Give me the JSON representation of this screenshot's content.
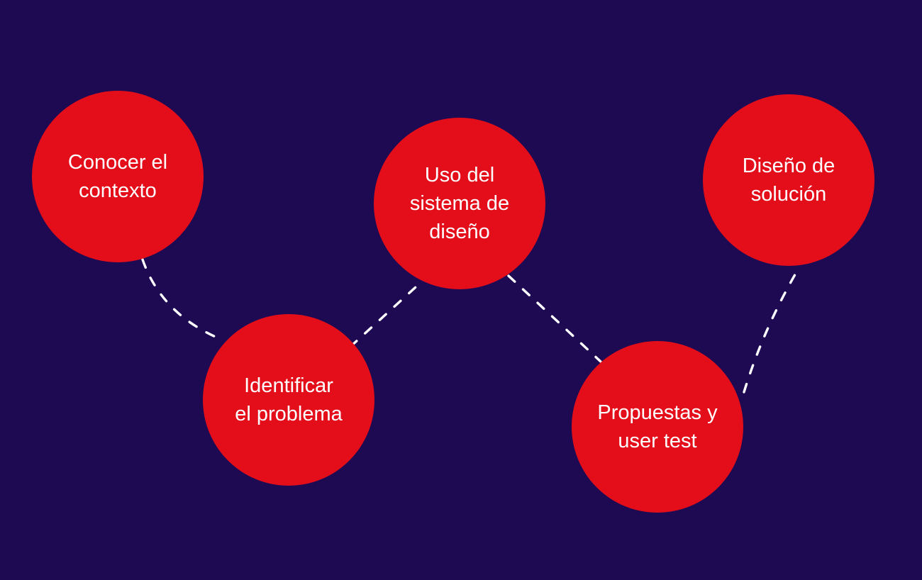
{
  "colors": {
    "background": "#1e0a52",
    "circle_fill": "#e30e1a",
    "label_text": "#ffffff",
    "connector": "#ffffff"
  },
  "steps": [
    {
      "id": 1,
      "label": "Conocer el contexto",
      "lines": [
        "Conocer el",
        "contexto"
      ]
    },
    {
      "id": 2,
      "label": "Identificar el problema",
      "lines": [
        "Identificar",
        "el problema"
      ]
    },
    {
      "id": 3,
      "label": "Uso del sistema de diseño",
      "lines": [
        "Uso del",
        "sistema de",
        "diseño"
      ]
    },
    {
      "id": 4,
      "label": "Propuestas y user test",
      "lines": [
        "Propuestas y",
        "user test"
      ]
    },
    {
      "id": 5,
      "label": "Diseño de solución",
      "lines": [
        "Diseño de",
        "solución"
      ]
    }
  ]
}
